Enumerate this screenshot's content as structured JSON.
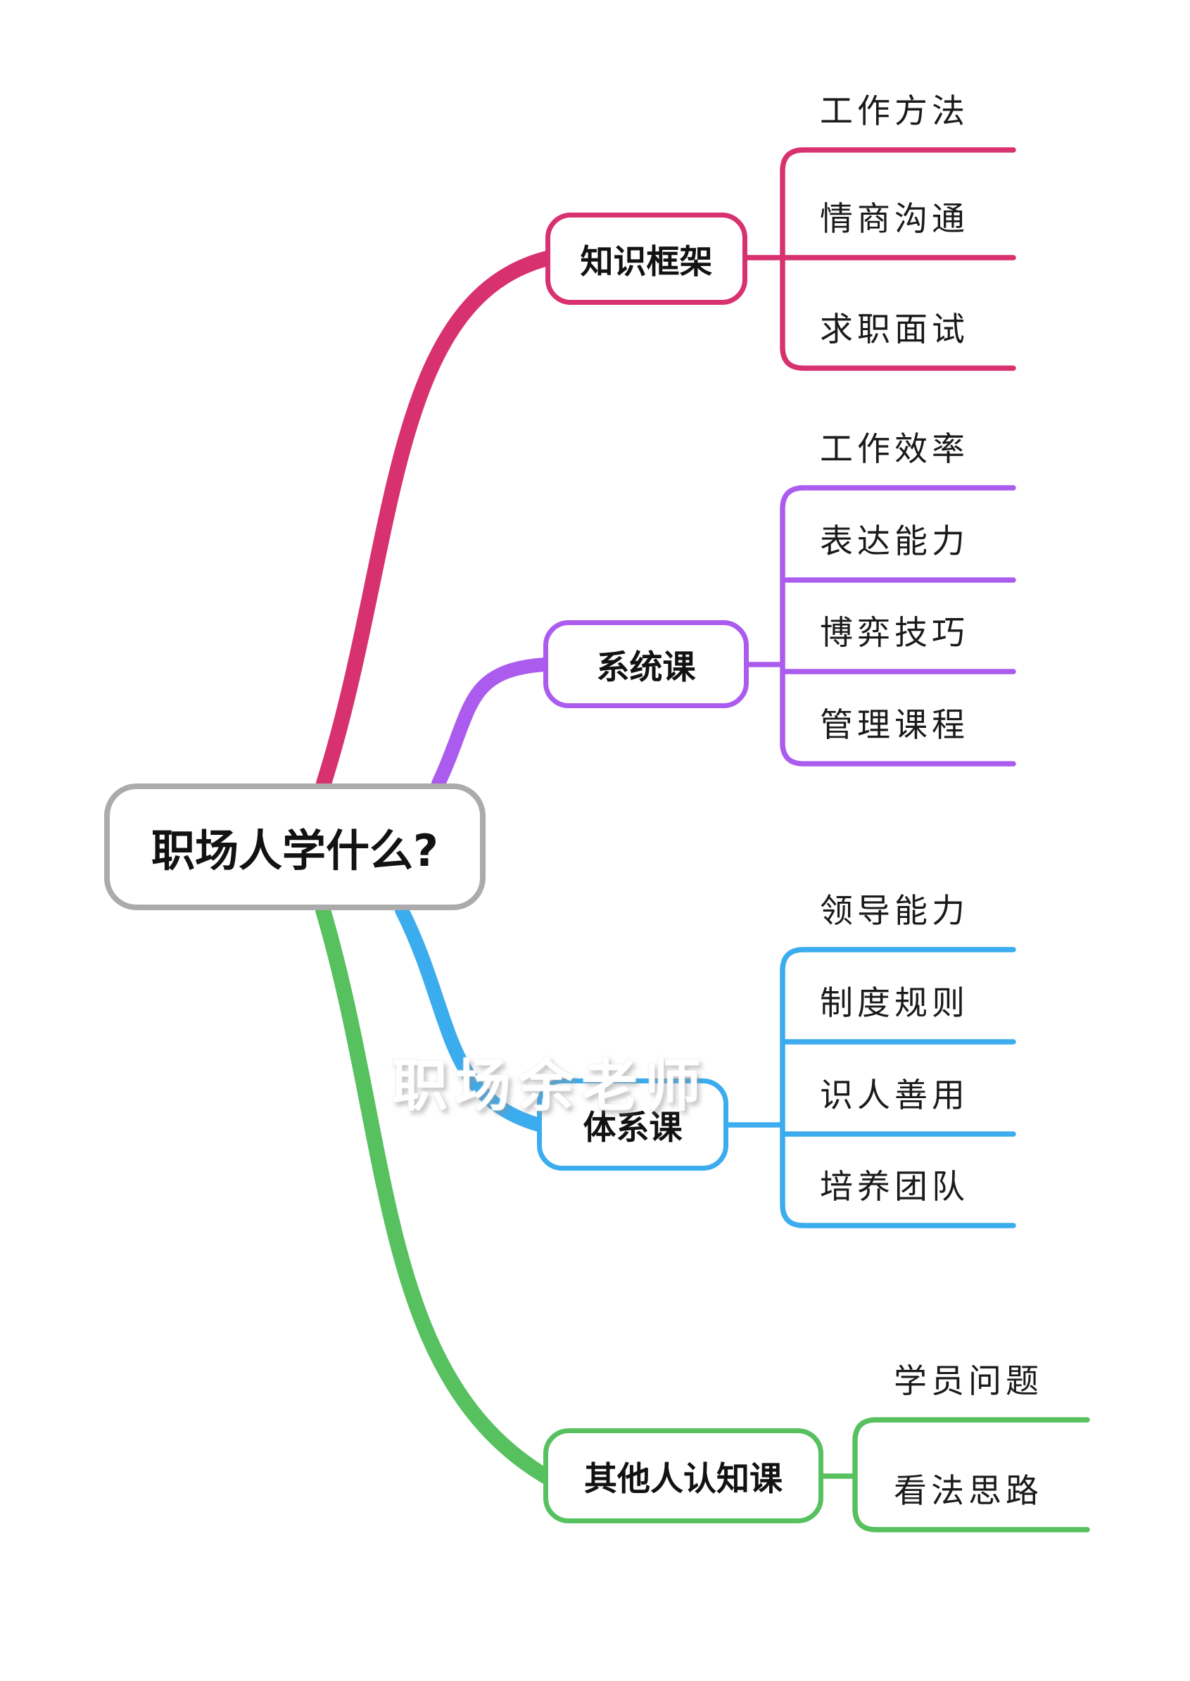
{
  "watermark": "职场余老师",
  "root": {
    "label": "职场人学什么?"
  },
  "branches": [
    {
      "label": "知识框架",
      "color": "#D8316F",
      "children": [
        {
          "label": "工作方法"
        },
        {
          "label": "情商沟通"
        },
        {
          "label": "求职面试"
        }
      ]
    },
    {
      "label": "系统课",
      "color": "#AB5CEE",
      "children": [
        {
          "label": "工作效率"
        },
        {
          "label": "表达能力"
        },
        {
          "label": "博弈技巧"
        },
        {
          "label": "管理课程"
        }
      ]
    },
    {
      "label": "体系课",
      "color": "#3BACEE",
      "children": [
        {
          "label": "领导能力"
        },
        {
          "label": "制度规则"
        },
        {
          "label": "识人善用"
        },
        {
          "label": "培养团队"
        }
      ]
    },
    {
      "label": "其他人认知课",
      "color": "#57C05F",
      "children": [
        {
          "label": "学员问题"
        },
        {
          "label": "看法思路"
        }
      ]
    }
  ],
  "palette": {
    "background": "#FFFFFF",
    "root_border": "#ABABAB",
    "text": "#121212",
    "watermark_color": "#FFFFFF"
  }
}
